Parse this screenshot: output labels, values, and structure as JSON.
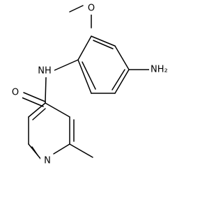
{
  "molecule": {
    "atoms": {
      "methoxy_oxygen": "O",
      "amide_nh": "NH",
      "amino_group": "NH₂",
      "carbonyl_oxygen": "O",
      "pyridine_nitrogen": "N"
    }
  },
  "colors": {
    "bond": "#000000",
    "label": "#000000",
    "background": "#ffffff"
  }
}
